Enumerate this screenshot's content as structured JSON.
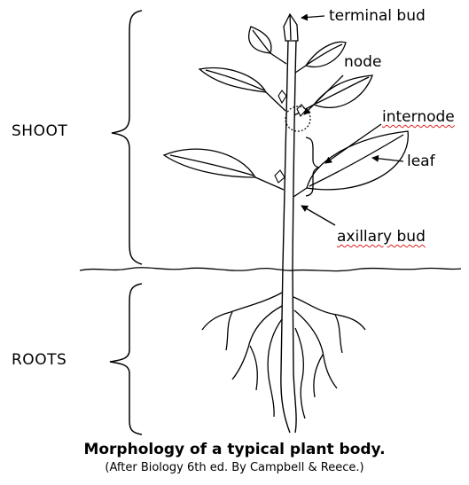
{
  "labels": {
    "terminal_bud": "terminal bud",
    "node": "node",
    "internode": "internode",
    "leaf": "leaf",
    "axillary_bud": "axillary bud",
    "shoot": "SHOOT",
    "roots": "ROOTS"
  },
  "caption": {
    "title": "Morphology of a typical plant body.",
    "source": "(After Biology 6th ed. By Campbell & Reece.)"
  },
  "colors": {
    "line": "#000000",
    "spellcheck_underline": "#d22222"
  }
}
